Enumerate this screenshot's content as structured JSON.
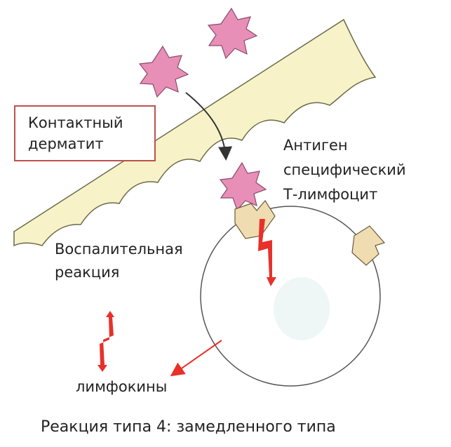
{
  "labels": {
    "contact_dermatitis_line1": "Контактный",
    "contact_dermatitis_line2": "дерматит",
    "antigen_line1": "Антиген",
    "antigen_line2": "специфический",
    "antigen_line3": "Т-лимфоцит",
    "inflammation_line1": "Воспалительная",
    "inflammation_line2": "реакция",
    "lymphokines": "лимфокины"
  },
  "caption": "Реакция типа 4: замедленного типа",
  "colors": {
    "skin_fill": "#f7f2c8",
    "skin_stroke": "#6b6b4a",
    "antigen_fill": "#e88fb8",
    "antigen_stroke": "#8a4a6a",
    "receptor_fill": "#efdcb0",
    "cell_stroke": "#555555",
    "signal_red": "#e8302a",
    "box_border": "#c0504d",
    "arrow_dark": "#333333"
  }
}
